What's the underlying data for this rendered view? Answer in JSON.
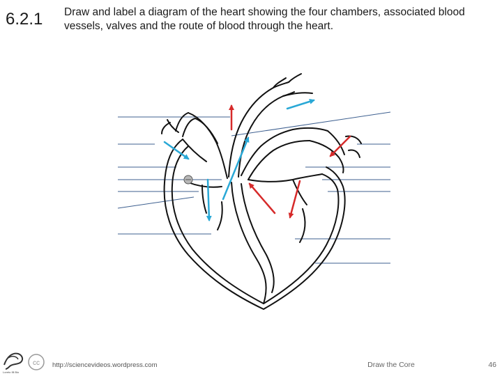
{
  "slide": {
    "number": "6.2.1",
    "title": "Draw and label a diagram of the heart showing the four chambers, associated blood vessels, valves and the route of blood through the heart."
  },
  "footer": {
    "url": "http://sciencevideos.wordpress.com",
    "center_text": "Draw the Core",
    "page_number": "46",
    "license_badge": "cc",
    "logo_caption": "Loreto IB Bio"
  },
  "colors": {
    "arrow_deoxygenated": "#29a8d6",
    "arrow_oxygenated": "#d62a2a",
    "label_line": "#3d5f8f",
    "outline": "#111111"
  }
}
